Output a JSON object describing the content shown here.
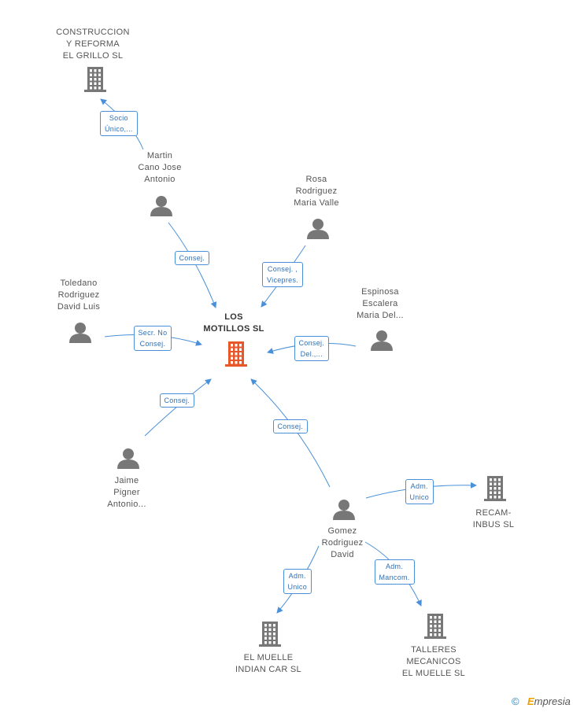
{
  "colors": {
    "edge": "#4a90d9",
    "node": "#777777",
    "center": "#e8572a"
  },
  "center": {
    "label": "LOS\nMOTILLOS SL",
    "icon": "building-icon"
  },
  "nodes": [
    {
      "id": "construccion",
      "kind": "company",
      "label": "CONSTRUCCION\nY REFORMA\nEL GRILLO SL"
    },
    {
      "id": "martin",
      "kind": "person",
      "label": "Martin\nCano Jose\nAntonio"
    },
    {
      "id": "rosa",
      "kind": "person",
      "label": "Rosa\nRodriguez\nMaria Valle"
    },
    {
      "id": "toledano",
      "kind": "person",
      "label": "Toledano\nRodriguez\nDavid Luis"
    },
    {
      "id": "espinosa",
      "kind": "person",
      "label": "Espinosa\nEscalera\nMaria Del..."
    },
    {
      "id": "jaime",
      "kind": "person",
      "label": "Jaime\nPigner\nAntonio..."
    },
    {
      "id": "gomez",
      "kind": "person",
      "label": "Gomez\nRodriguez\nDavid"
    },
    {
      "id": "recam",
      "kind": "company",
      "label": "RECAM-\nINBUS SL"
    },
    {
      "id": "muelle_indian",
      "kind": "company",
      "label": "EL MUELLE\nINDIAN CAR SL"
    },
    {
      "id": "talleres",
      "kind": "company",
      "label": "TALLERES\nMECANICOS\nEL MUELLE SL"
    }
  ],
  "edges": [
    {
      "from": "martin",
      "to": "construccion",
      "label": "Socio\nÚnico,..."
    },
    {
      "from": "martin",
      "to": "center",
      "label": "Consej."
    },
    {
      "from": "rosa",
      "to": "center",
      "label": "Consej. ,\nVicepres."
    },
    {
      "from": "toledano",
      "to": "center",
      "label": "Secr. No\nConsej."
    },
    {
      "from": "espinosa",
      "to": "center",
      "label": "Consej.\nDel.,..."
    },
    {
      "from": "jaime",
      "to": "center",
      "label": "Consej."
    },
    {
      "from": "gomez",
      "to": "center",
      "label": "Consej."
    },
    {
      "from": "gomez",
      "to": "recam",
      "label": "Adm.\nUnico"
    },
    {
      "from": "gomez",
      "to": "muelle_indian",
      "label": "Adm.\nUnico"
    },
    {
      "from": "gomez",
      "to": "talleres",
      "label": "Adm.\nMancom."
    }
  ],
  "footer": {
    "copyright": "©",
    "brand_initial": "E",
    "brand_rest": "mpresia"
  }
}
